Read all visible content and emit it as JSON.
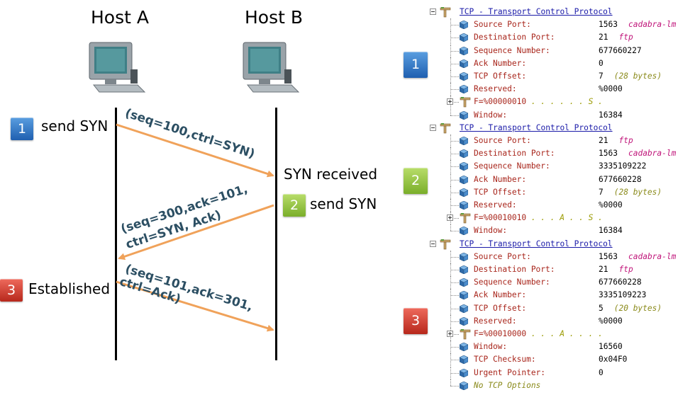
{
  "hosts": {
    "a": "Host A",
    "b": "Host B"
  },
  "steps": {
    "s1": {
      "num": "1",
      "label": "send SYN"
    },
    "s2_recv": "SYN received",
    "s2": {
      "num": "2",
      "label": "send SYN"
    },
    "s3": {
      "num": "3",
      "label": "Established"
    }
  },
  "messages": {
    "m1": "(seq=100,ctrl=SYN)",
    "m2a": "(seq=300,ack=101,",
    "m2b": "ctrl=SYN, Ack)",
    "m3a": "(seq=101,ack=301,",
    "m3b": "ctrl=Ack)"
  },
  "colors": {
    "arrow": "#f0a25a",
    "label": "#2c4f63",
    "field_name": "#a8251b",
    "header": "#1a1aa8"
  },
  "icons": {
    "computer": "computer-icon",
    "field": "field-cube-icon",
    "header": "protocol-tree-icon"
  },
  "packets": [
    {
      "badge": "1",
      "header": "TCP - Transport Control Protocol",
      "fields": [
        {
          "name": "Source Port:",
          "value": "1563",
          "extra": "cadabra-lm"
        },
        {
          "name": "Destination Port:",
          "value": "21",
          "extra": "ftp"
        },
        {
          "name": "Sequence Number:",
          "value": "677660227",
          "extra": ""
        },
        {
          "name": "Ack Number:",
          "value": "0",
          "extra": ""
        },
        {
          "name": "TCP Offset:",
          "value": "7",
          "extra": "(28 bytes)"
        },
        {
          "name": "Reserved:",
          "value": "%0000",
          "extra": ""
        }
      ],
      "flags": {
        "text": "F=%00000010",
        "dots": " . . . . . . S ."
      },
      "tail": [
        {
          "name": "Window:",
          "value": "16384",
          "extra": ""
        }
      ]
    },
    {
      "badge": "2",
      "header": "TCP - Transport Control Protocol",
      "fields": [
        {
          "name": "Source Port:",
          "value": "21",
          "extra": "ftp"
        },
        {
          "name": "Destination Port:",
          "value": "1563",
          "extra": "cadabra-lm"
        },
        {
          "name": "Sequence Number:",
          "value": "3335109222",
          "extra": ""
        },
        {
          "name": "Ack Number:",
          "value": "677660228",
          "extra": ""
        },
        {
          "name": "TCP Offset:",
          "value": "7",
          "extra": "(28 bytes)"
        },
        {
          "name": "Reserved:",
          "value": "%0000",
          "extra": ""
        }
      ],
      "flags": {
        "text": "F=%00010010",
        "dots": " . . . A . . S ."
      },
      "tail": [
        {
          "name": "Window:",
          "value": "16384",
          "extra": ""
        }
      ]
    },
    {
      "badge": "3",
      "header": "TCP - Transport Control Protocol",
      "fields": [
        {
          "name": "Source Port:",
          "value": "1563",
          "extra": "cadabra-lm"
        },
        {
          "name": "Destination Port:",
          "value": "21",
          "extra": "ftp"
        },
        {
          "name": "Sequence Number:",
          "value": "677660228",
          "extra": ""
        },
        {
          "name": "Ack Number:",
          "value": "3335109223",
          "extra": ""
        },
        {
          "name": "TCP Offset:",
          "value": "5",
          "extra": "(20 bytes)"
        },
        {
          "name": "Reserved:",
          "value": "%0000",
          "extra": ""
        }
      ],
      "flags": {
        "text": "F=%00010000",
        "dots": " . . . A . . . ."
      },
      "tail": [
        {
          "name": "Window:",
          "value": "16560",
          "extra": ""
        },
        {
          "name": "TCP Checksum:",
          "value": "0x04F0",
          "extra": ""
        },
        {
          "name": "Urgent Pointer:",
          "value": "0",
          "extra": ""
        }
      ],
      "no_options": "No TCP Options"
    }
  ]
}
